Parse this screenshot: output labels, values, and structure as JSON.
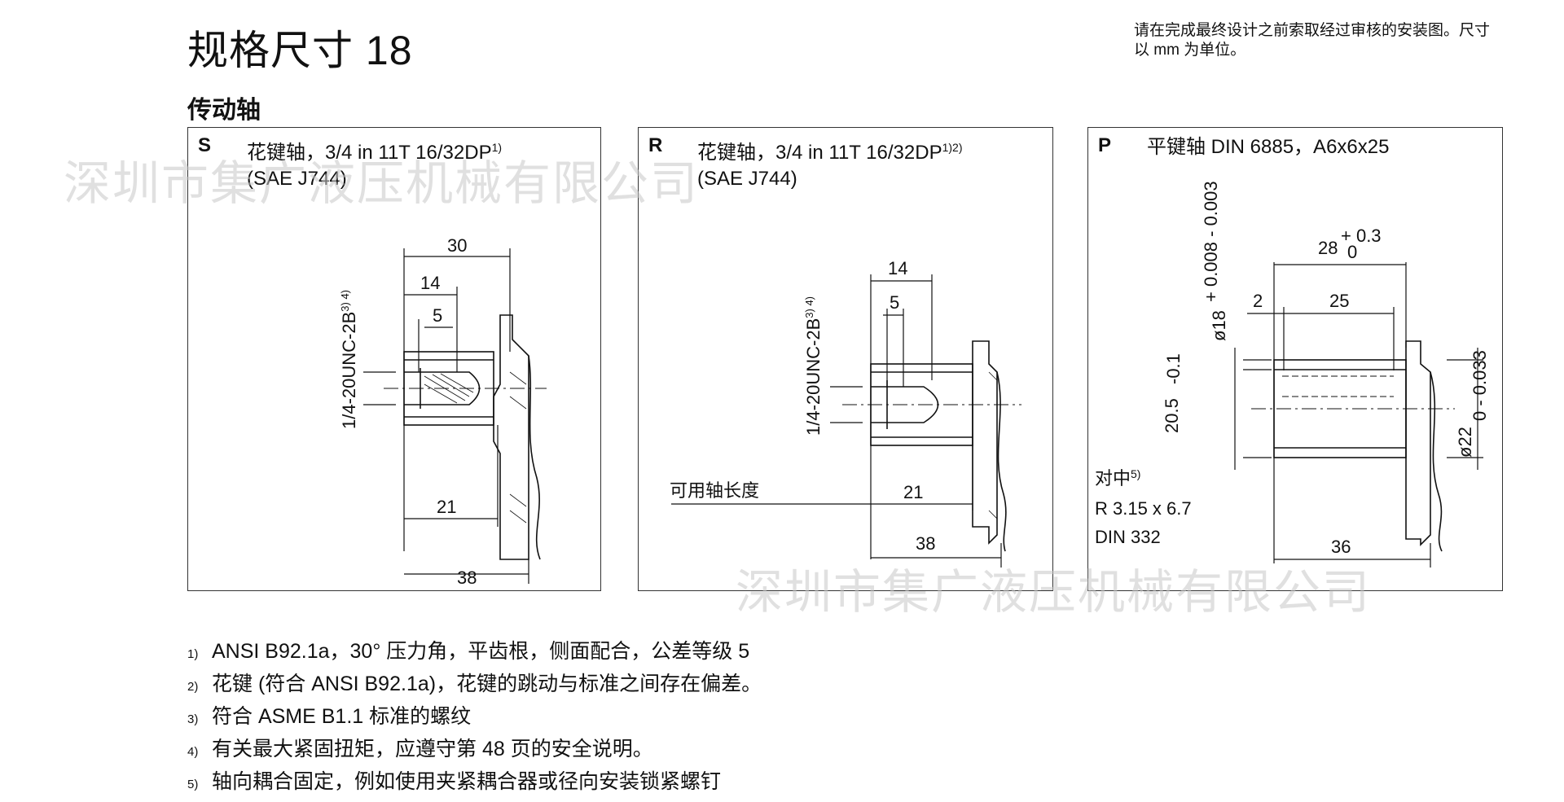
{
  "header": {
    "title": "规格尺寸 18",
    "note": "请在完成最终设计之前索取经过审核的安装图。尺寸以 mm 为单位。"
  },
  "section": "传动轴",
  "watermark": "深圳市集广液压机械有限公司",
  "panels": [
    {
      "code": "S",
      "desc1": "花键轴，3/4 in 11T 16/32DP",
      "desc1_sup": "1)",
      "desc2": "(SAE J744)",
      "thread": "1/4-20UNC-2B",
      "thread_sup": "3) 4)",
      "dims": {
        "d30": "30",
        "d14": "14",
        "d5": "5",
        "d21": "21",
        "d38": "38"
      }
    },
    {
      "code": "R",
      "desc1": "花键轴，3/4 in 11T 16/32DP",
      "desc1_sup": "1)2)",
      "desc2": "(SAE J744)",
      "thread": "1/4-20UNC-2B",
      "thread_sup": "3) 4)",
      "usable_length": "可用轴长度",
      "dims": {
        "d14": "14",
        "d5": "5",
        "d21": "21",
        "d38": "38"
      }
    },
    {
      "code": "P",
      "desc1": "平键轴 DIN 6885，A6x6x25",
      "centering": "对中",
      "centering_sup": "5)",
      "centering_r": "R 3.15 x 6.7",
      "centering_din": "DIN 332",
      "dims": {
        "d28": "28",
        "d28_tol_up": "+ 0.3",
        "d28_tol_low": "0",
        "d2": "2",
        "d25": "25",
        "d36": "36",
        "d18": "ø18",
        "d18_tol": "+ 0.008 - 0.003",
        "d20_5": "20.5",
        "d20_5_tol": "-0.1",
        "d22": "ø22",
        "d22_tol": "0 - 0.033"
      }
    }
  ],
  "footnotes": [
    {
      "n": "1)",
      "text": "ANSI B92.1a，30° 压力角，平齿根，侧面配合，公差等级 5"
    },
    {
      "n": "2)",
      "text": "花键 (符合 ANSI B92.1a)，花键的跳动与标准之间存在偏差。"
    },
    {
      "n": "3)",
      "text": "符合 ASME B1.1 标准的螺纹"
    },
    {
      "n": "4)",
      "text": "有关最大紧固扭矩，应遵守第 48 页的安全说明。"
    },
    {
      "n": "5)",
      "text": "轴向耦合固定，例如使用夹紧耦合器或径向安装锁紧螺钉"
    }
  ]
}
